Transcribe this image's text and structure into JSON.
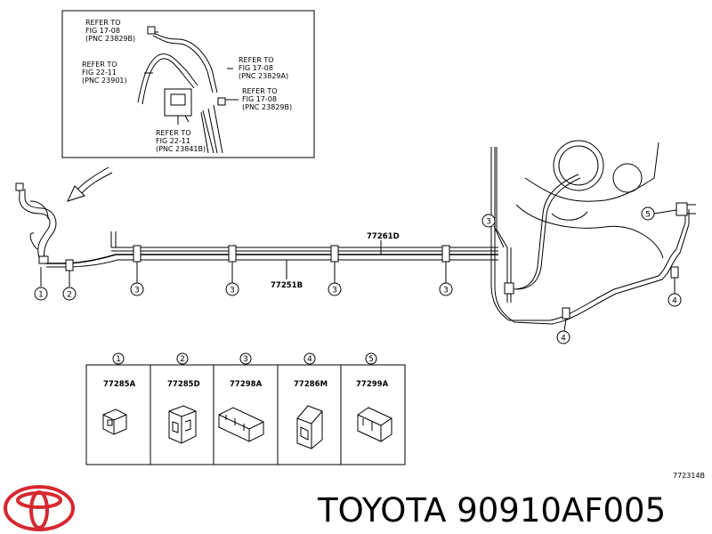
{
  "inset_refs": [
    {
      "lines": [
        "REFER TO",
        "FIG 17-08",
        "(PNC 23829B)"
      ]
    },
    {
      "lines": [
        "REFER TO",
        "FIG 22-11",
        "(PNC 23901)"
      ]
    },
    {
      "lines": [
        "REFER TO",
        "FIG 17-08",
        "(PNC 23829A)"
      ]
    },
    {
      "lines": [
        "REFER TO",
        "FIG 17-08",
        "(PNC 23829B)"
      ]
    },
    {
      "lines": [
        "REFER TO",
        "FIG 22-11",
        "(PNC 23841B)"
      ]
    }
  ],
  "main_parts": {
    "upper_pipe": "77261D",
    "lower_pipe": "77251B"
  },
  "callouts": {
    "c1": "1",
    "c2": "2",
    "c3": "3",
    "c4": "4",
    "c5": "5"
  },
  "clip_table": [
    {
      "num": "1",
      "part": "77285A"
    },
    {
      "num": "2",
      "part": "77285D"
    },
    {
      "num": "3",
      "part": "77298A"
    },
    {
      "num": "4",
      "part": "77286M"
    },
    {
      "num": "5",
      "part": "77299A"
    }
  ],
  "figure_ref": "772314B",
  "footer": {
    "brand_text": "TOYOTA 90910AF005",
    "logo_icon": "toyota-logo-icon",
    "logo_color": "#d7282f"
  }
}
